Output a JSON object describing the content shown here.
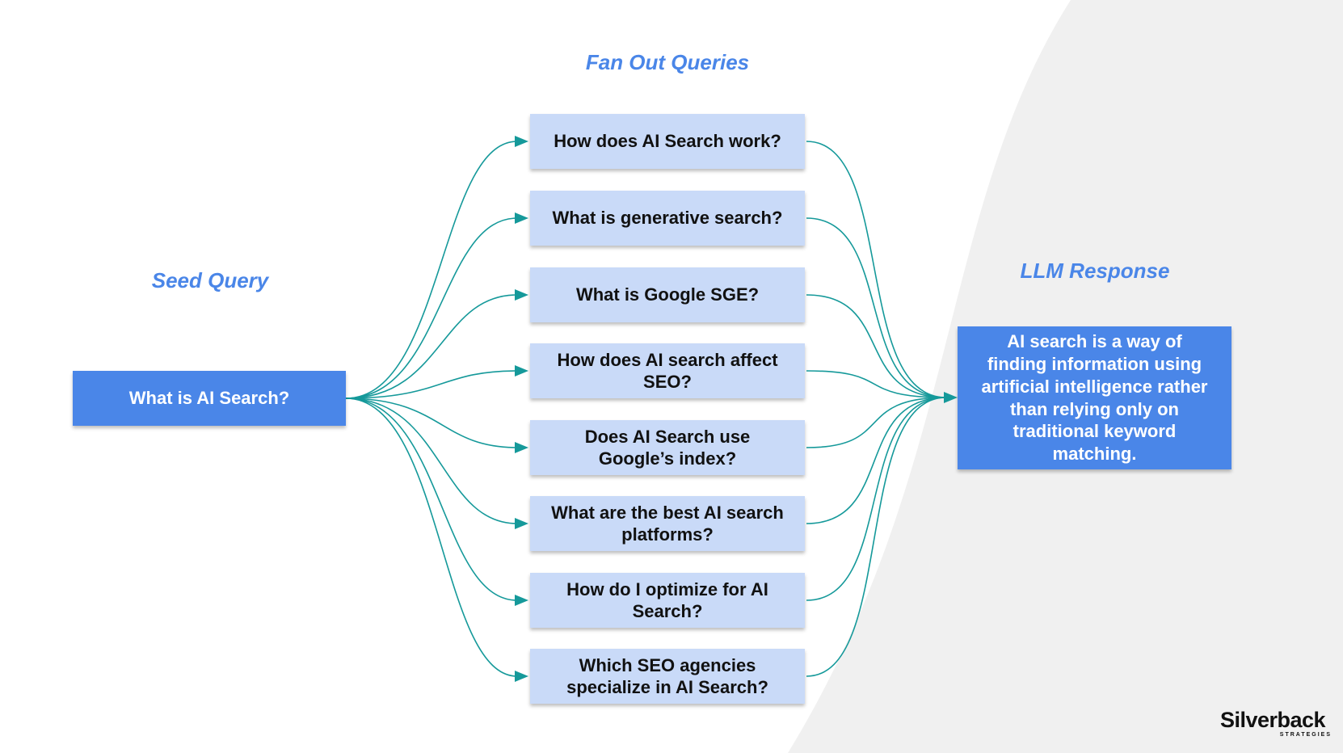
{
  "headings": {
    "fan_out": "Fan Out Queries",
    "seed": "Seed Query",
    "llm": "LLM Response"
  },
  "seed_query": "What is AI Search?",
  "fan_out_queries": [
    "How does AI Search work?",
    "What is generative search?",
    "What is Google SGE?",
    "How does AI search affect SEO?",
    "Does AI Search use Google’s index?",
    "What are the best AI search platforms?",
    "How do I optimize for AI Search?",
    "Which SEO agencies specialize in AI Search?"
  ],
  "llm_response": "AI search is a way of finding information using artificial intelligence rather than relying only on traditional keyword matching.",
  "logo": {
    "name": "Silverback",
    "tagline": "STRATEGIES"
  },
  "colors": {
    "heading": "#4a86e8",
    "primary_box": "#4a86e8",
    "query_box": "#c9daf8",
    "connector": "#15999a",
    "background_shape": "#f0f0f0"
  }
}
